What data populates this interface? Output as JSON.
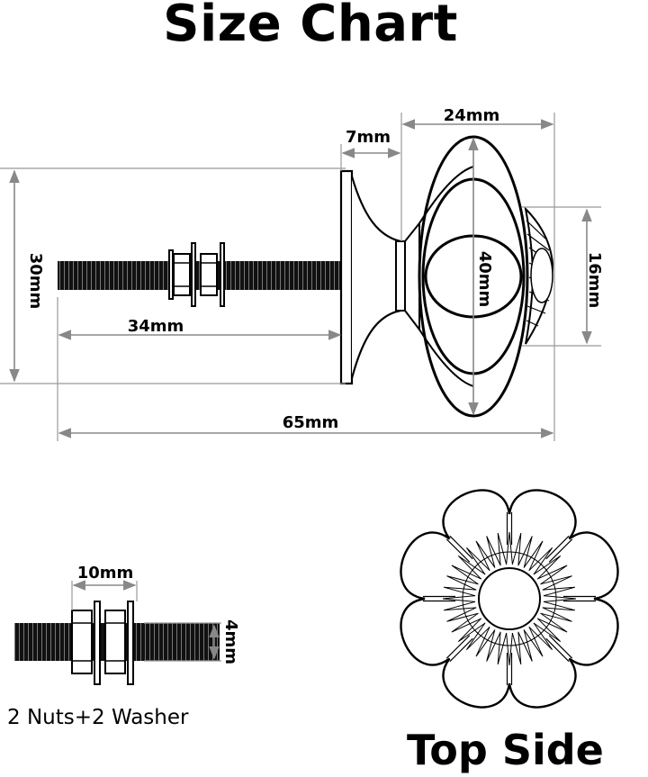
{
  "title": "Size Chart",
  "dimensions": {
    "bolt_length": "34mm",
    "total_length": "65mm",
    "base_diameter": "30mm",
    "neck_length": "7mm",
    "knob_depth": "24mm",
    "knob_diameter": "40mm",
    "front_diameter": "16mm",
    "nut_width": "10mm",
    "thread_diameter": "4mm"
  },
  "hardware_caption": "2 Nuts+2 Washer",
  "top_view_label": "Top Side"
}
